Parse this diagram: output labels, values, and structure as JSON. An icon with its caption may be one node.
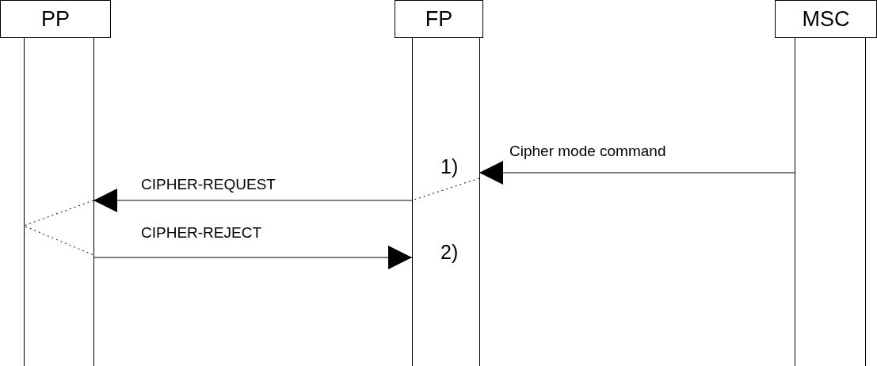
{
  "diagram": {
    "nodes": [
      {
        "text": [
          "PP"
        ]
      },
      {
        "text": [
          "FP"
        ]
      },
      {
        "text": [
          "MSC"
        ]
      }
    ],
    "edges": [
      {
        "from": 2,
        "to": 1,
        "arrow": "to",
        "label": "Cipher mode command"
      },
      {
        "from": 1,
        "to": 0,
        "arrow": "to",
        "label": "CIPHER-REQUEST"
      },
      {
        "from": 0,
        "to": 1,
        "arrow": "to",
        "label": "CIPHER-REJECT"
      }
    ],
    "labels": [
      "1)",
      "2)"
    ]
  }
}
